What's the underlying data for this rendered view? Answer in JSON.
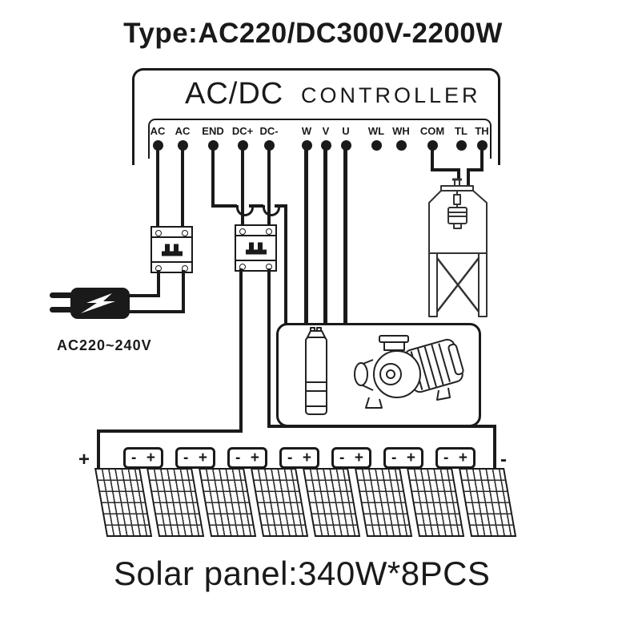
{
  "title": "Type:AC220/DC300V-2200W",
  "controller": {
    "brand": "AC/DC",
    "name": "CONTROLLER",
    "terminals": [
      "AC",
      "AC",
      "END",
      "DC+",
      "DC-",
      "W",
      "V",
      "U",
      "WL",
      "WH",
      "COM",
      "TL",
      "TH"
    ]
  },
  "ac_supply_label": "AC220~240V",
  "solar": {
    "caption": "Solar panel:340W*8PCS",
    "string_plus": "+",
    "string_minus": "-",
    "junction_minus": "-",
    "junction_plus": "+"
  },
  "colors": {
    "line": "#1a1a1a",
    "background": "#ffffff"
  },
  "components": [
    "ac-circuit-breaker",
    "dc-circuit-breaker",
    "power-plug",
    "water-tank",
    "float-switch",
    "submersible-pump",
    "centrifugal-pump",
    "solar-panel-array"
  ]
}
